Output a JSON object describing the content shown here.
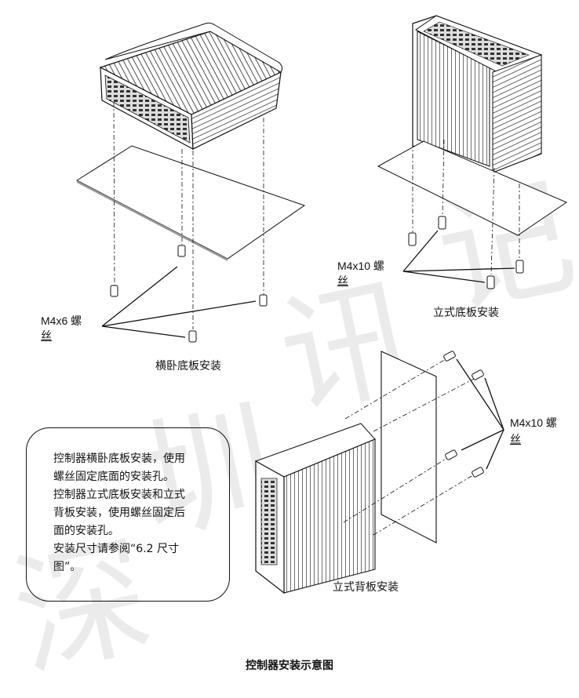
{
  "watermark": [
    "深",
    "圳",
    "讯",
    "记"
  ],
  "labels": {
    "screw_tl_main": "M4x6 螺",
    "screw_tl_tail": "丝",
    "caption_tl": "横卧底板安装",
    "screw_tr_main": "M4x10 螺",
    "screw_tr_tail": "丝",
    "caption_tr": "立式底板安装",
    "screw_br_main": "M4x10 螺",
    "screw_br_tail": "丝",
    "caption_br": "立式背板安装"
  },
  "note": {
    "lines": [
      "控制器横卧底板安装，使用",
      "螺丝固定底面的安装孔。",
      "控制器立式底板安装和立式",
      "背板安装，使用螺丝固定后",
      "面的安装孔。",
      "安装尺寸请参阅“6.2 尺寸",
      "图”。"
    ]
  },
  "figure_caption": "控制器安装示意图",
  "colors": {
    "ink": "#111111",
    "panel": "#ffffff",
    "fin_dark": "#2a2a2a",
    "watermark": "#e8e8e8"
  }
}
